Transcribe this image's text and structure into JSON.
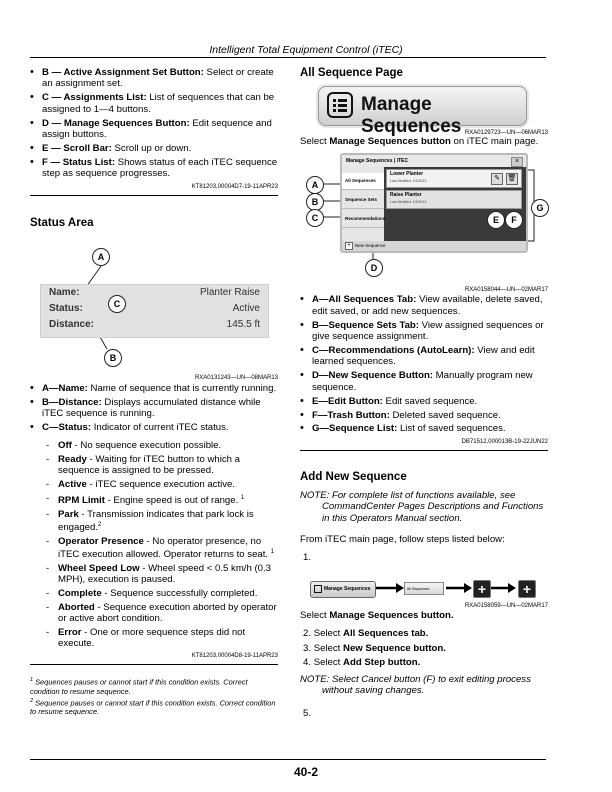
{
  "header": {
    "title": "Intelligent Total Equipment Control (iTEC)"
  },
  "left": {
    "legend_items": [
      {
        "key": "B — Active Assignment Set Button:",
        "text": " Select or create an assignment set."
      },
      {
        "key": "C — Assignments List:",
        "text": " List of sequences that can be assigned to 1—4 buttons."
      },
      {
        "key": "D — Manage Sequences Button:",
        "text": " Edit sequence and assign buttons."
      },
      {
        "key": "E — Scroll Bar:",
        "text": " Scroll up or down."
      },
      {
        "key": "F — Status List:",
        "text": " Shows status of each iTEC sequence step as sequence progresses."
      }
    ],
    "ref1": "KT81203,00004D7-19-11APR23",
    "status_heading": "Status Area",
    "status_figure": {
      "rows": [
        {
          "label": "Name:",
          "value": "Planter Raise"
        },
        {
          "label": "Status:",
          "value": "Active"
        },
        {
          "label": "Distance:",
          "value": "145.5 ft"
        }
      ],
      "callouts": {
        "a": "A",
        "b": "B",
        "c": "C"
      },
      "caption": "RXA0131243—UN—08MAR13"
    },
    "status_items": [
      {
        "key": "A—Name:",
        "text": " Name of sequence that is currently running."
      },
      {
        "key": "B—Distance:",
        "text": " Displays accumulated distance while iTEC sequence is running."
      },
      {
        "key": "C—Status:",
        "text": " Indicator of current iTEC status."
      }
    ],
    "status_values": [
      {
        "key": "Off",
        "text": " - No sequence execution possible."
      },
      {
        "key": "Ready",
        "text": " - Waiting for iTEC button to which a sequence is assigned to be pressed."
      },
      {
        "key": "Active",
        "text": " - iTEC sequence execution active."
      },
      {
        "key": "RPM Limit",
        "text": " - Engine speed is out of range. ",
        "sup": "1"
      },
      {
        "key": "Park",
        "text": " - Transmission indicates that park lock is engaged.",
        "sup": "2"
      },
      {
        "key": "Operator Presence",
        "text": " - No operator presence, no iTEC execution allowed. Operator returns to seat. ",
        "sup": "1"
      },
      {
        "key": "Wheel Speed Low",
        "text": " - Wheel speed < 0.5 km/h (0.3 MPH), execution is paused."
      },
      {
        "key": "Complete",
        "text": " - Sequence successfully completed."
      },
      {
        "key": "Aborted",
        "text": " - Sequence execution aborted by operator or active abort condition."
      },
      {
        "key": "Error",
        "text": " - One or more sequence steps did not execute."
      }
    ],
    "ref2": "KT81203,00004D8-19-11APR23",
    "footnotes": [
      {
        "num": "1",
        "text": "Sequences pauses or cannot start if this condition exists. Correct condition to resume sequence."
      },
      {
        "num": "2",
        "text": "Sequence pauses or cannot start if this condition exists. Correct condition to resume sequence."
      }
    ]
  },
  "right": {
    "all_seq_heading": "All Sequence Page",
    "manage_button_label": "Manage Sequences",
    "fig1_caption": "RXA0129723—UN—06MAR13",
    "select_text_pre": "Select ",
    "select_text_bold": "Manage Sequences button",
    "select_text_post": " on iTEC main page.",
    "screen": {
      "title": "Manage Sequences | iTEC",
      "close": "×",
      "tabs": [
        "All Sequences",
        "Sequence Sets",
        "Recommendations"
      ],
      "sequences": [
        {
          "name": "Lower Planter",
          "sub": "Last Modified: 1/5/2013"
        },
        {
          "name": "Raise Planter",
          "sub": "Last Modified: 1/5/2013"
        }
      ],
      "new_button": "New Sequence",
      "callouts": {
        "a": "A",
        "b": "B",
        "c": "C",
        "d": "D",
        "e": "E",
        "f": "F",
        "g": "G"
      },
      "caption": "RXA0158044—UN—02MAR17"
    },
    "tab_items": [
      {
        "key": "A—All Sequences Tab:",
        "text": " View available, delete saved, edit saved, or add new sequences."
      },
      {
        "key": "B—Sequence Sets Tab:",
        "text": " View assigned sequences or give sequence assignment."
      },
      {
        "key": "C—Recommendations (AutoLearn):",
        "text": " View and edit learned sequences."
      },
      {
        "key": "D—New Sequence Button:",
        "text": " Manually program new sequence."
      },
      {
        "key": "E—Edit Button:",
        "text": " Edit saved sequence."
      },
      {
        "key": "F—Trash Button:",
        "text": " Deleted saved sequence."
      },
      {
        "key": "G—Sequence List:",
        "text": " List of saved sequences."
      }
    ],
    "ref3": "DB71512,000013B-19-22JUN22",
    "add_heading": "Add New Sequence",
    "note1": "NOTE: For complete list of functions available, see CommandCenter Pages Descriptions and Functions in this Operators Manual section.",
    "from_text": "From iTEC main page, follow steps listed below:",
    "step1": "1.",
    "flow": {
      "manage": "Manage Sequences",
      "all": "All Sequences",
      "plus": "+"
    },
    "fig3_caption": "RXA0158059—UN—02MAR17",
    "select2_pre": "Select ",
    "select2_bold": "Manage Sequences button.",
    "steps": [
      {
        "num": "2.",
        "pre": "Select ",
        "bold": "All Sequences tab."
      },
      {
        "num": "3.",
        "pre": "Select ",
        "bold": "New Sequence button."
      },
      {
        "num": "4.",
        "pre": "Select ",
        "bold": "Add Step button."
      }
    ],
    "note2": "NOTE: Select Cancel button (F) to exit editing process without saving changes.",
    "step5": "5."
  },
  "footer": {
    "page_number": "40-2"
  }
}
